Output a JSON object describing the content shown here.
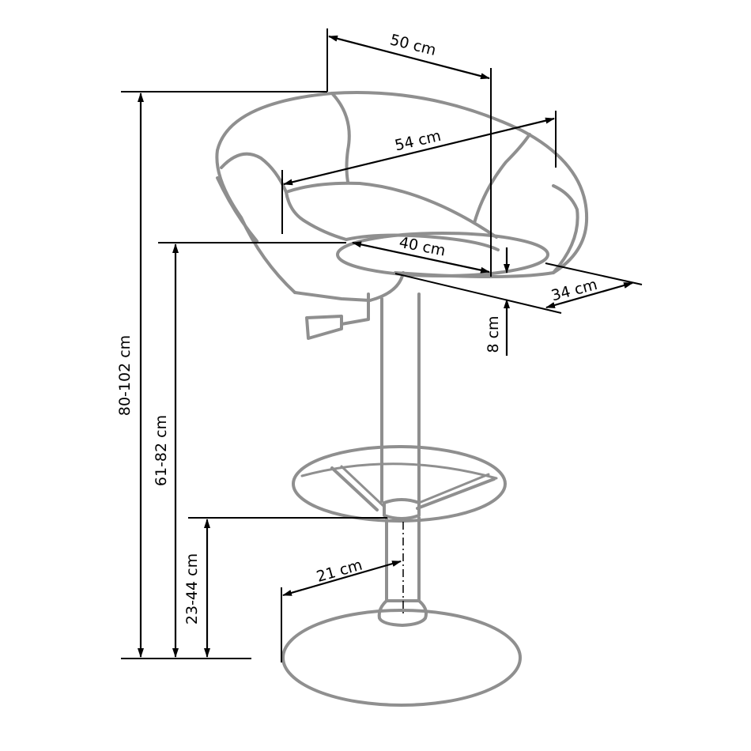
{
  "dimensions": {
    "total_height": "80-102 cm",
    "seat_height": "61-82 cm",
    "footrest_height": "23-44 cm",
    "depth": "50 cm",
    "width": "54 cm",
    "seat_width": "40 cm",
    "seat_depth": "34 cm",
    "armrest_height": "8 cm",
    "base_radius": "21 cm"
  },
  "colors": {
    "outline": "#8f8f8f",
    "dimension": "#000000"
  }
}
